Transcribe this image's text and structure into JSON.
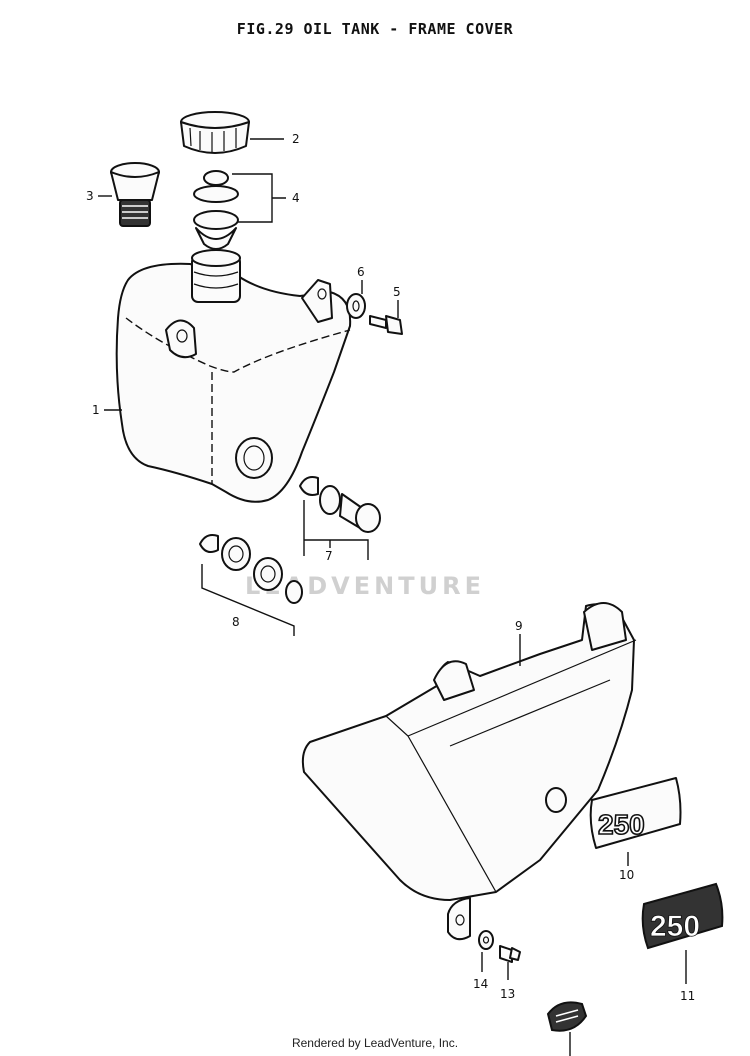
{
  "figure": {
    "title": "FIG.29  OIL TANK - FRAME COVER",
    "watermark": "LEADVENTURE",
    "footer": "Rendered by LeadVenture, Inc."
  },
  "callouts": [
    "1",
    "2",
    "3",
    "4",
    "5",
    "6",
    "7",
    "8",
    "9",
    "10",
    "11",
    "13",
    "14"
  ],
  "decal_text": "250"
}
